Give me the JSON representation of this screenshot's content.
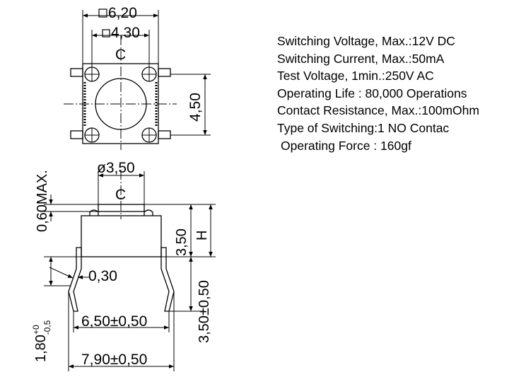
{
  "specs": [
    "Switching Voltage, Max.:12V DC",
    "Switching Current, Max.:50mA",
    "Test Voltage, 1min.:250V AC",
    "Operating Life : 80,000 Operations",
    "Contact Resistance, Max.:100mOhm",
    "Type of Switching:1 NO Contac",
    "Operating Force : 160gf"
  ],
  "top_view": {
    "outer_dim": "6,20",
    "inner_dim": "4,30",
    "height_dim": "4,50",
    "centerline": "C"
  },
  "side_view": {
    "plunger_dim": "ø3,50",
    "centerline": "C",
    "max_dim": "0,60MAX.",
    "body_dim": "3,50",
    "h_label": "H",
    "lead_thickness": "0,30",
    "lead_length_main": "1,80",
    "lead_length_sup": "+0",
    "lead_length_sub": "-0,5",
    "lead_length_right": "3,50±0,50",
    "inner_width": "6,50±0,50",
    "outer_width": "7,90±0,50"
  }
}
